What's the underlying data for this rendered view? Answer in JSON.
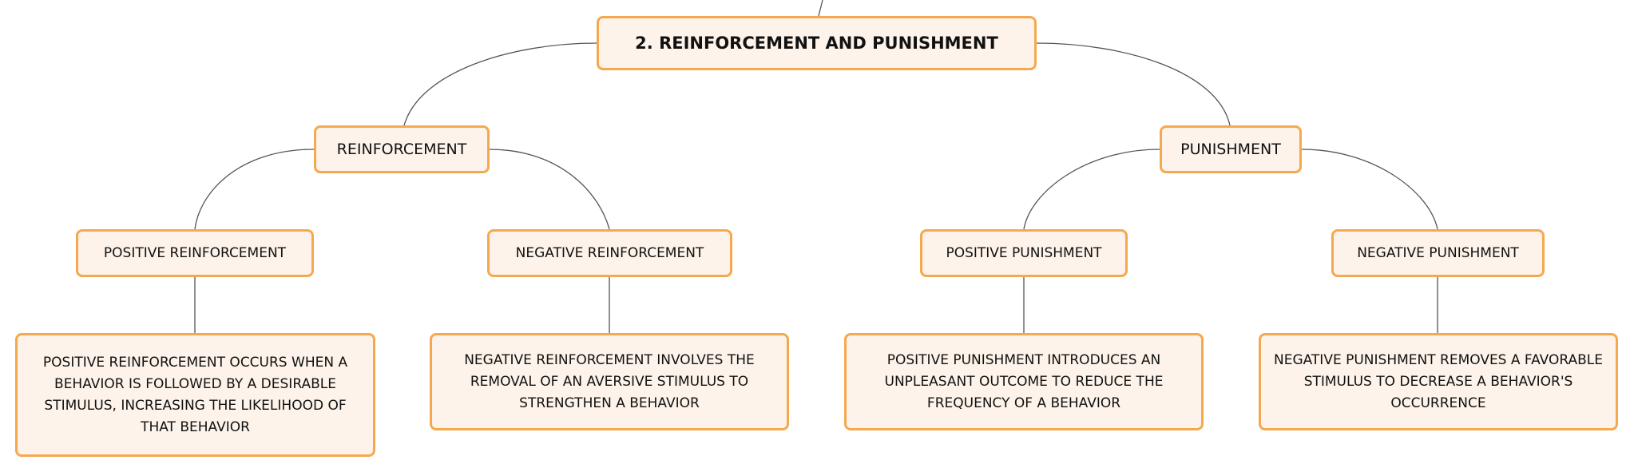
{
  "root": {
    "label": "2. REINFORCEMENT AND PUNISHMENT"
  },
  "branches": {
    "reinforcement": {
      "label": "REINFORCEMENT"
    },
    "punishment": {
      "label": "PUNISHMENT"
    }
  },
  "leaves": {
    "positive_reinforcement": {
      "label": "POSITIVE REINFORCEMENT",
      "description": "POSITIVE REINFORCEMENT OCCURS WHEN A BEHAVIOR IS FOLLOWED BY A DESIRABLE STIMULUS, INCREASING THE LIKELIHOOD OF THAT BEHAVIOR"
    },
    "negative_reinforcement": {
      "label": "NEGATIVE REINFORCEMENT",
      "description": "NEGATIVE REINFORCEMENT INVOLVES THE REMOVAL OF AN AVERSIVE STIMULUS TO STRENGTHEN A BEHAVIOR"
    },
    "positive_punishment": {
      "label": "POSITIVE PUNISHMENT",
      "description": "POSITIVE PUNISHMENT INTRODUCES AN UNPLEASANT OUTCOME TO REDUCE THE FREQUENCY OF A BEHAVIOR"
    },
    "negative_punishment": {
      "label": "NEGATIVE PUNISHMENT",
      "description": "NEGATIVE PUNISHMENT REMOVES A FAVORABLE STIMULUS TO DECREASE A BEHAVIOR'S OCCURRENCE"
    }
  },
  "colors": {
    "node_border": "#f5a94f",
    "node_fill": "#fdf3ea",
    "connector": "#555555",
    "text": "#111111"
  }
}
